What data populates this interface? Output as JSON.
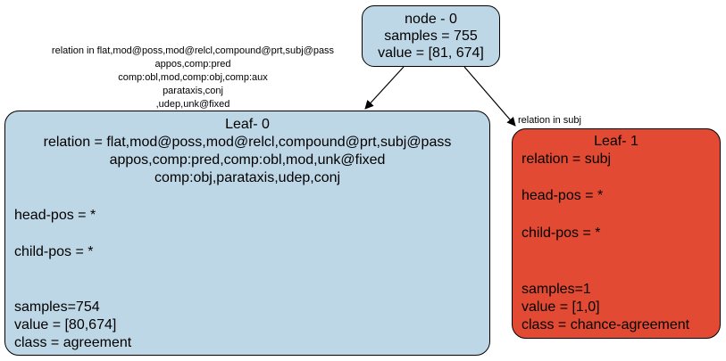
{
  "root": {
    "title": "node - 0",
    "samples": "samples = 755",
    "value": "value = [81, 674]"
  },
  "edge_left": {
    "lines": [
      "relation in flat,mod@poss,mod@relcl,compound@prt,subj@pass",
      "appos,comp:pred",
      "comp:obl,mod,comp:obj,comp:aux",
      "parataxis,conj",
      ",udep,unk@fixed"
    ]
  },
  "edge_right": {
    "label": "relation in subj"
  },
  "leaf0": {
    "title": "Leaf- 0",
    "relation_lines": [
      "relation = flat,mod@poss,mod@relcl,compound@prt,subj@pass",
      "appos,comp:pred,comp:obl,mod,unk@fixed",
      "comp:obj,parataxis,udep,conj"
    ],
    "head_pos": "head-pos = *",
    "child_pos": "child-pos = *",
    "samples": "samples=754",
    "value": "value = [80,674]",
    "class": "class = agreement"
  },
  "leaf1": {
    "title": "Leaf- 1",
    "relation": "relation = subj",
    "head_pos": "head-pos = *",
    "child_pos": "child-pos = *",
    "samples": "samples=1",
    "value": "value = [1,0]",
    "class": "class = chance-agreement"
  },
  "colors": {
    "node_blue": "#bed7e6",
    "node_red": "#e24a33"
  }
}
